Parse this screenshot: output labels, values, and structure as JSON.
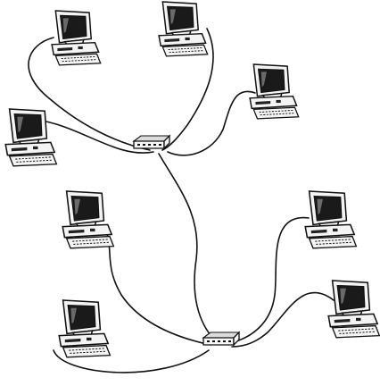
{
  "diagram": {
    "computers": [
      {
        "id": "pc-1",
        "hub": "hub-1"
      },
      {
        "id": "pc-2",
        "hub": "hub-1"
      },
      {
        "id": "pc-3",
        "hub": "hub-1"
      },
      {
        "id": "pc-4",
        "hub": "hub-1"
      },
      {
        "id": "pc-5",
        "hub": "hub-2"
      },
      {
        "id": "pc-6",
        "hub": "hub-2"
      },
      {
        "id": "pc-7",
        "hub": "hub-2"
      },
      {
        "id": "pc-8",
        "hub": "hub-2"
      }
    ],
    "hubs": [
      {
        "id": "hub-1"
      },
      {
        "id": "hub-2"
      }
    ],
    "hub_links": [
      {
        "from": "hub-1",
        "to": "hub-2"
      }
    ]
  }
}
